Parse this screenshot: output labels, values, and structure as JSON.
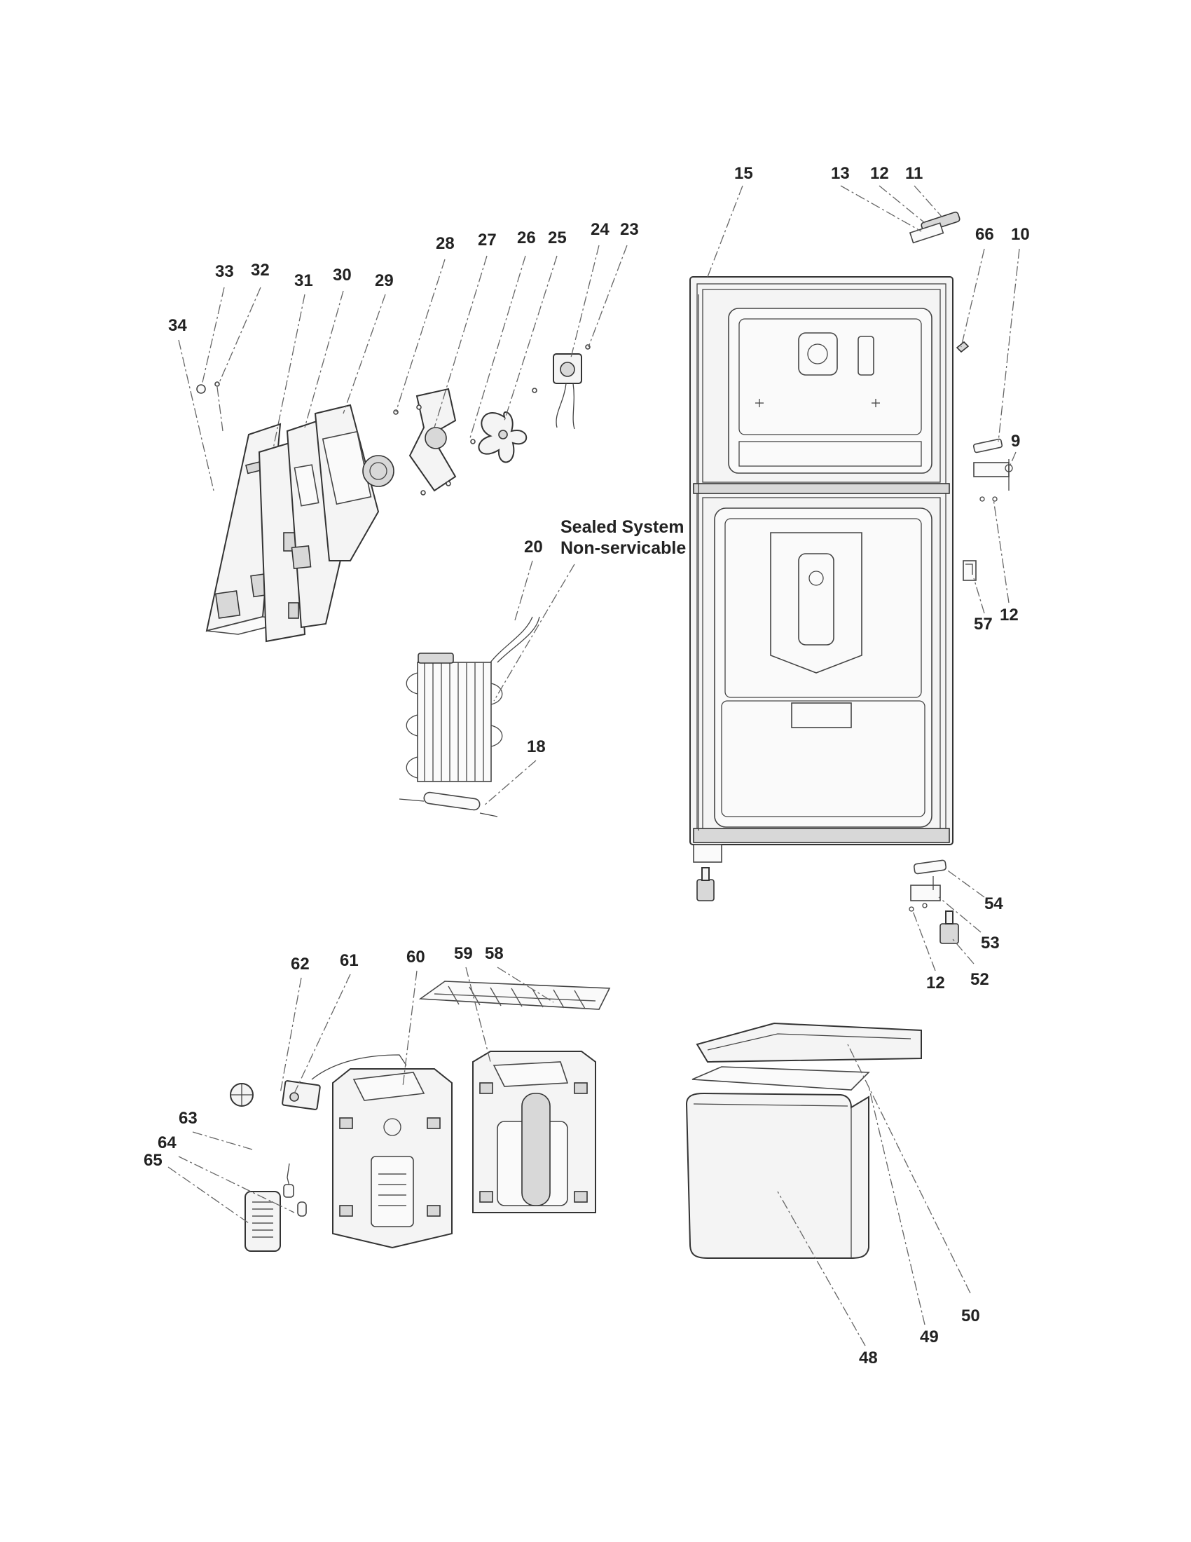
{
  "note": {
    "line1": "Sealed System",
    "line2": "Non-servicable"
  },
  "callouts": {
    "c9": "9",
    "c10": "10",
    "c11": "11",
    "c12a": "12",
    "c12b": "12",
    "c12c": "12",
    "c13": "13",
    "c15": "15",
    "c18": "18",
    "c20": "20",
    "c23": "23",
    "c24": "24",
    "c25": "25",
    "c26": "26",
    "c27": "27",
    "c28": "28",
    "c29": "29",
    "c30": "30",
    "c31": "31",
    "c32": "32",
    "c33": "33",
    "c34": "34",
    "c48": "48",
    "c49": "49",
    "c50": "50",
    "c52": "52",
    "c53": "53",
    "c54": "54",
    "c57": "57",
    "c58": "58",
    "c59": "59",
    "c60": "60",
    "c61": "61",
    "c62": "62",
    "c63": "63",
    "c64": "64",
    "c65": "65",
    "c66": "66"
  }
}
